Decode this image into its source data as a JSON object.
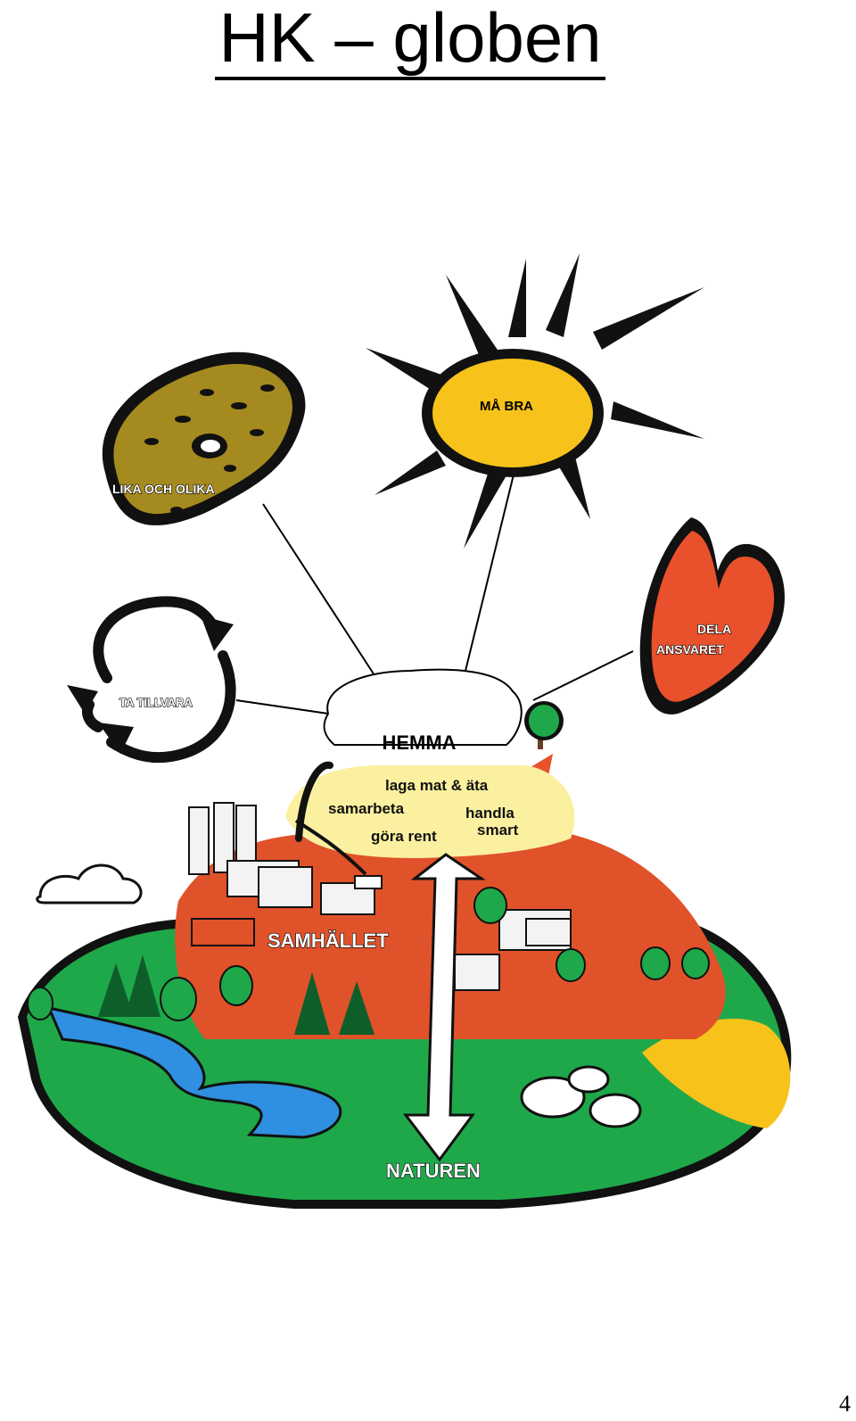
{
  "title": "HK – globen",
  "page_number": "4",
  "labels": {
    "potato": "LIKA OCH OLIKA",
    "sun": "MÅ BRA",
    "heart": "DELA ANSVARET",
    "heart_line1": "DELA",
    "heart_line2": "ANSVARET",
    "recycle": "TA TILLVARA",
    "home": "HEMMA",
    "society": "SAMHÄLLET",
    "nature": "NATUREN"
  },
  "home_tasks": {
    "cook": "laga mat & äta",
    "cooperate": "samarbeta",
    "shop_line1": "handla",
    "shop_line2": "smart",
    "clean": "göra rent"
  },
  "colors": {
    "sun": "#f7c21a",
    "potato": "#a58a1f",
    "heart": "#e8512b",
    "hill_red": "#e0522a",
    "hill_yellow": "#fbf0a0",
    "grass": "#1fa84a",
    "water": "#2f8fe0",
    "sand": "#f7c21a"
  }
}
